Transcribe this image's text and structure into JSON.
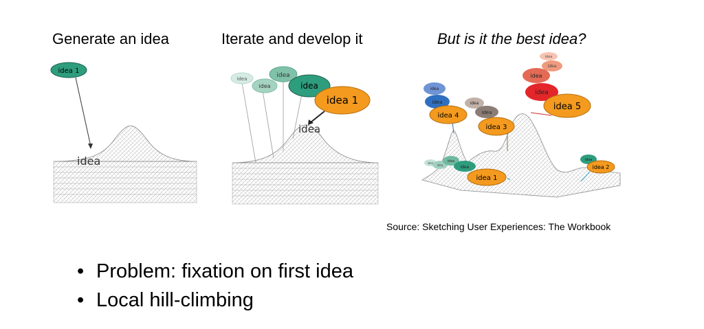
{
  "headings": {
    "left": "Generate an idea",
    "middle": "Iterate and develop it",
    "right": "But is it the best idea?"
  },
  "panel1": {
    "idea_bubble": "idea 1",
    "surface_label": "idea"
  },
  "panel2": {
    "bubbles": [
      "idea",
      "idea",
      "idea",
      "idea",
      "idea 1"
    ],
    "surface_label": "idea"
  },
  "panel3": {
    "idea1": "idea 1",
    "idea2": "idea 2",
    "idea3": "idea 3",
    "idea4": "idea 4",
    "idea5": "idea 5",
    "small": "idea"
  },
  "source": "Source: Sketching User Experiences: The Workbook",
  "bullets": [
    "Problem: fixation on first idea",
    "Local hill-climbing"
  ],
  "colors": {
    "green": "#2e9d7e",
    "orange": "#f39a1f",
    "red": "#e3262a",
    "blue": "#2f6fbf",
    "brown": "#8b7d76"
  }
}
